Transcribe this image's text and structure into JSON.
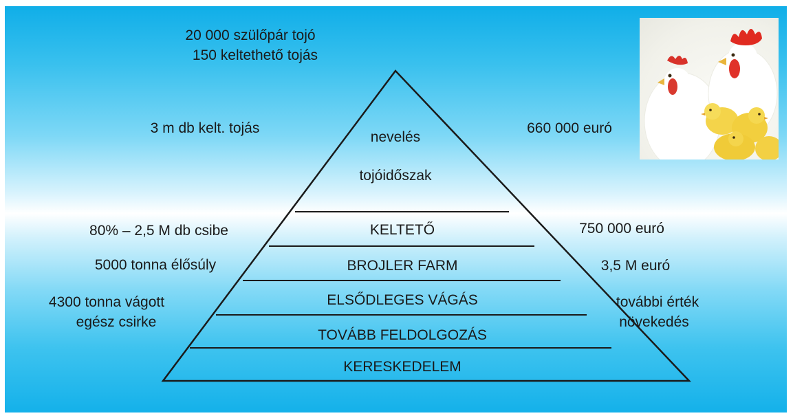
{
  "diagram": {
    "top_labels": {
      "line1": "20 000 szülőpár tojó",
      "line2": "150 keltethető tojás"
    },
    "pyramid": {
      "apex_labels": [
        "nevelés",
        "tojóidőszak"
      ],
      "levels": [
        "KELTETŐ",
        "BROJLER FARM",
        "ELSŐDLEGES VÁGÁS",
        "TOVÁBB FELDOLGOZÁS",
        "KERESKEDELEM"
      ]
    },
    "left_labels": {
      "eggs": "3 m db kelt. tojás",
      "chicks": "80% – 2,5 M db csibe",
      "live_weight": "5000 tonna élősúly",
      "carcass_line1": "4300 tonna vágott",
      "carcass_line2": "egész csirke"
    },
    "right_labels": {
      "value_parent": "660 000 euró",
      "value_hatchery": "750 000 euró",
      "value_farm": "3,5 M euró",
      "value_more_line1": "további érték",
      "value_more_line2": "növekedés"
    },
    "photo": {
      "icon": "chicken-photo-icon"
    }
  }
}
